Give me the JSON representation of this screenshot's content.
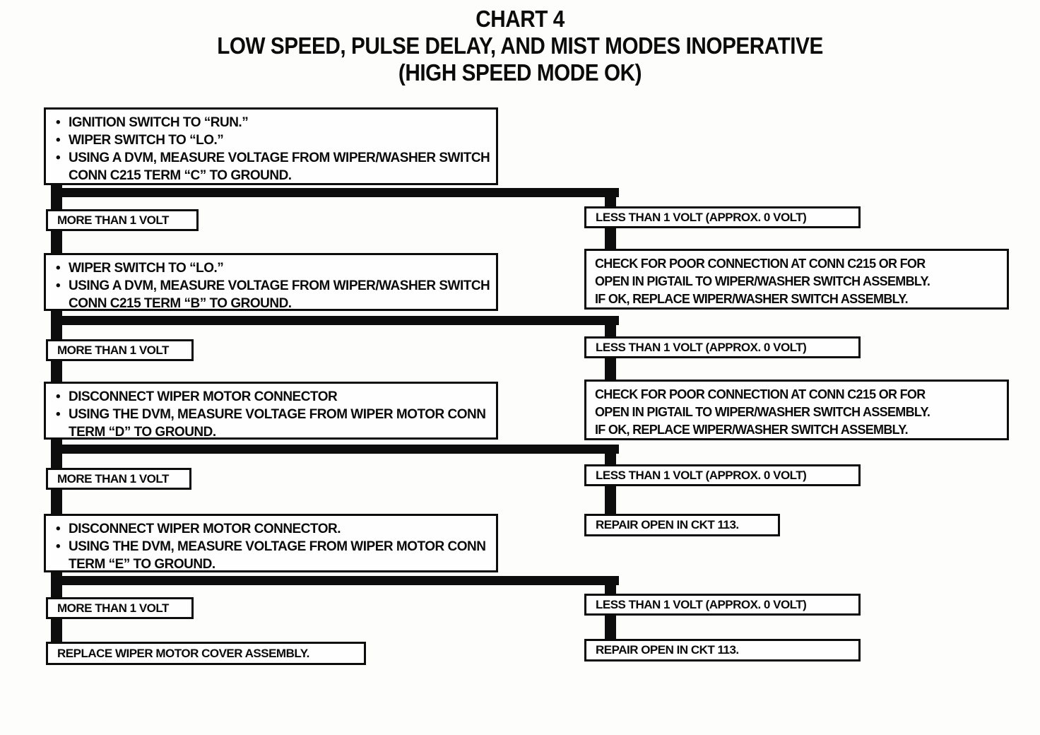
{
  "title": {
    "line1": "CHART 4",
    "line2": "LOW SPEED, PULSE DELAY, AND MIST MODES INOPERATIVE",
    "line3": "(HIGH SPEED MODE OK)"
  },
  "labels": {
    "more": "MORE THAN 1 VOLT",
    "less": "LESS THAN 1 VOLT (APPROX. 0 VOLT)"
  },
  "steps": [
    {
      "bullets": [
        "IGNITION SWITCH TO “RUN.”",
        "WIPER SWITCH TO “LO.”",
        "USING A DVM, MEASURE VOLTAGE FROM WIPER/WASHER SWITCH CONN C215 TERM “C” TO GROUND."
      ],
      "less_result_lines": [
        "CHECK FOR POOR CONNECTION AT CONN C215 OR FOR",
        "OPEN IN PIGTAIL TO WIPER/WASHER SWITCH ASSEMBLY.",
        "IF OK, REPLACE WIPER/WASHER SWITCH ASSEMBLY."
      ]
    },
    {
      "bullets": [
        "WIPER SWITCH TO “LO.”",
        "USING A DVM, MEASURE VOLTAGE FROM WIPER/WASHER SWITCH CONN C215 TERM “B” TO GROUND."
      ],
      "less_result_lines": [
        "CHECK FOR POOR CONNECTION AT CONN C215 OR FOR",
        "OPEN IN PIGTAIL TO WIPER/WASHER SWITCH ASSEMBLY.",
        "IF OK, REPLACE WIPER/WASHER SWITCH ASSEMBLY."
      ]
    },
    {
      "bullets": [
        "DISCONNECT WIPER MOTOR CONNECTOR",
        "USING THE DVM, MEASURE VOLTAGE FROM WIPER MOTOR CONN TERM “D” TO GROUND."
      ],
      "less_result": "REPAIR OPEN IN CKT 113."
    },
    {
      "bullets": [
        "DISCONNECT WIPER MOTOR CONNECTOR.",
        "USING THE DVM, MEASURE VOLTAGE FROM WIPER MOTOR CONN TERM “E” TO GROUND."
      ],
      "less_result": "REPAIR OPEN IN CKT 113."
    }
  ],
  "final_action": "REPLACE WIPER MOTOR COVER ASSEMBLY."
}
